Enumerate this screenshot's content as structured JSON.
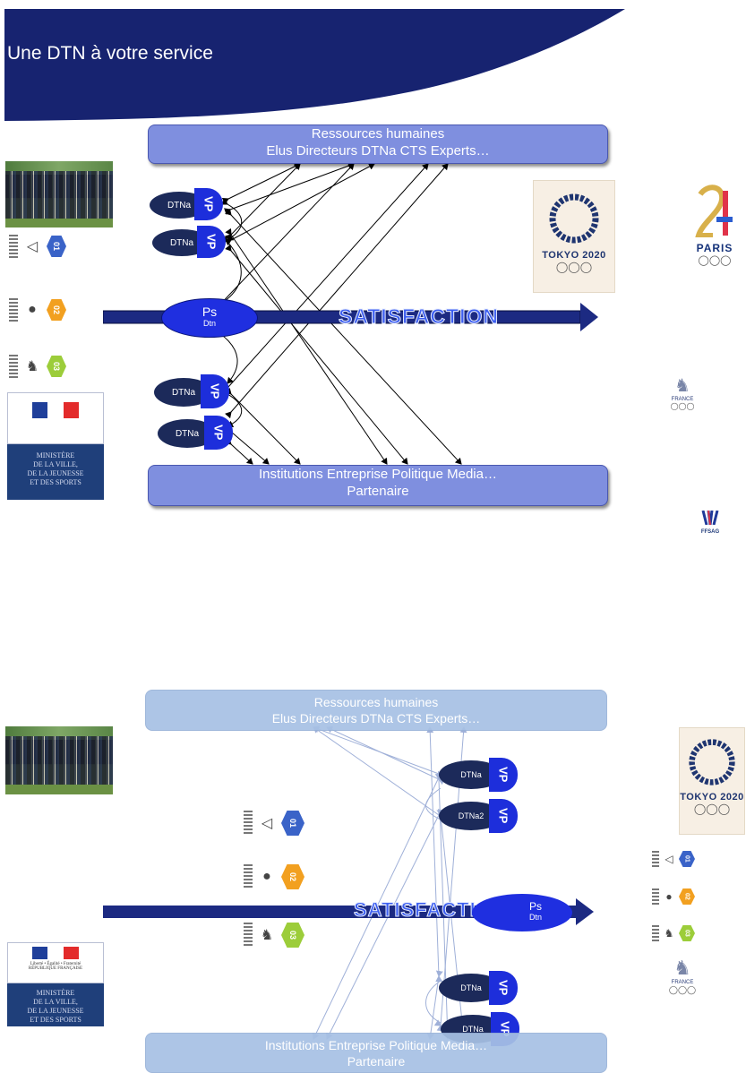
{
  "slide1": {
    "title": "Une DTN à votre service",
    "top_box": {
      "line1": "Ressources humaines",
      "line2": "Elus Directeurs DTNa CTS Experts…"
    },
    "bottom_box": {
      "line1": "Institutions Entreprise Politique Media…",
      "line2": "Partenaire"
    },
    "satisfaction": "SATISFACTION",
    "president": {
      "main": "Ps",
      "sub": "Dtn"
    },
    "nodes": [
      {
        "label": "DTNa",
        "badge": "VP"
      },
      {
        "label": "DTNa",
        "badge": "VP"
      },
      {
        "label": "DTNa",
        "badge": "VP"
      },
      {
        "label": "DTNa",
        "badge": "VP"
      }
    ],
    "steps": [
      {
        "number": "01",
        "color": "#3a63c8"
      },
      {
        "number": "02",
        "color": "#f2a020"
      },
      {
        "number": "03",
        "color": "#9ccd3a"
      }
    ],
    "ministry": {
      "lines": [
        "MINISTÈRE",
        "DE LA VILLE,",
        "DE LA JEUNESSE",
        "ET DES SPORTS"
      ]
    },
    "tokyo": "TOKYO 2020",
    "paris": "PARIS",
    "france": "FRANCE",
    "ffsa": "FFSAG"
  },
  "slide2": {
    "top_box": {
      "line1": "Ressources humaines",
      "line2": "Elus Directeurs DTNa CTS Experts…"
    },
    "bottom_box": {
      "line1": "Institutions Entreprise Politique Media…",
      "line2": "Partenaire"
    },
    "satisfaction": "SATISFACTI",
    "president": {
      "main": "Ps",
      "sub": "Dtn"
    },
    "nodes": [
      {
        "label": "DTNa",
        "badge": "VP"
      },
      {
        "label": "DTNa2",
        "badge": "VP"
      },
      {
        "label": "DTNa",
        "badge": "VP"
      },
      {
        "label": "DTNa",
        "badge": "VP"
      }
    ],
    "steps": [
      {
        "number": "01",
        "color": "#3a63c8"
      },
      {
        "number": "02",
        "color": "#f2a020"
      },
      {
        "number": "03",
        "color": "#9ccd3a"
      }
    ],
    "ministry": {
      "header": "Liberté • Égalité • Fraternité",
      "republic": "RÉPUBLIQUE FRANÇAISE",
      "lines": [
        "MINISTÈRE",
        "DE LA VILLE,",
        "DE LA JEUNESSE",
        "ET DES SPORTS"
      ]
    },
    "tokyo": "TOKYO 2020",
    "france": "FRANCE"
  },
  "colors": {
    "banner": "#172370",
    "arrow_dark": "#1c2a82",
    "node_dark": "#1c2a5a",
    "node_badge": "#1d2edb",
    "president": "#1f2fe0"
  }
}
